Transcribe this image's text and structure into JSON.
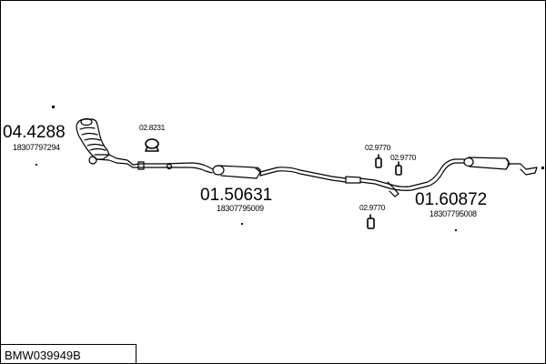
{
  "parts": {
    "catalyst": {
      "number": "04.4288",
      "oem": "18307797294"
    },
    "clamp_front": {
      "number": "02.8231"
    },
    "middle_silencer": {
      "number": "01.50631",
      "oem": "18307795009"
    },
    "rear_silencer": {
      "number": "01.60872",
      "oem": "18307795008"
    },
    "rubber_mount_top": {
      "number": "02.9770"
    },
    "rubber_mount_mid": {
      "number": "02.9770"
    },
    "rubber_mount_low": {
      "number": "02.9770"
    }
  },
  "reference": {
    "code": "BMW039949B"
  },
  "colors": {
    "line": "#000000",
    "background": "#ffffff"
  }
}
